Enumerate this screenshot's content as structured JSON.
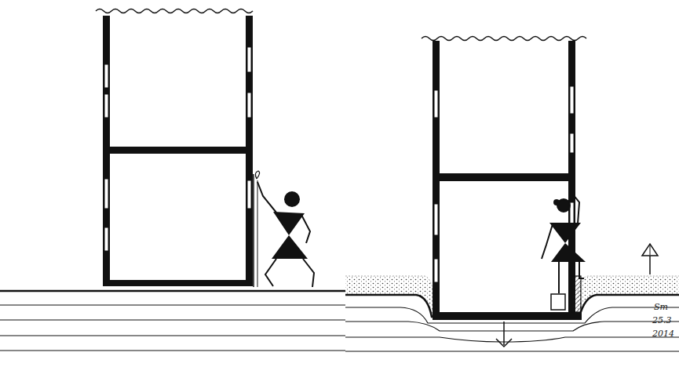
{
  "diagram": {
    "labels": [
      "Sm",
      "25.3",
      "2014"
    ]
  }
}
